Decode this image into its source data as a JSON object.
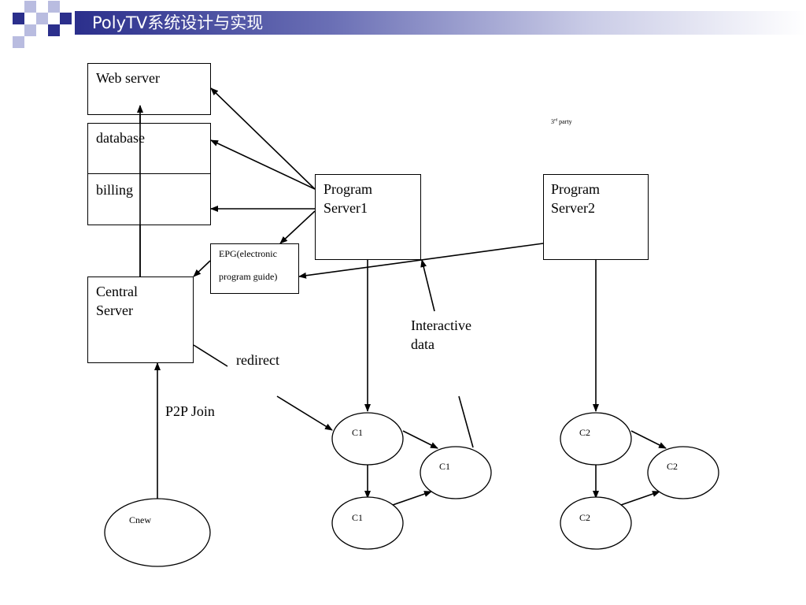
{
  "header": {
    "title": "PolyTV系统设计与实现"
  },
  "colors": {
    "accent": "#2b2f8c",
    "squares_light": "#b9bce0"
  },
  "nodes": {
    "web_server": "Web server",
    "database": "database",
    "billing": "billing",
    "program_server1": "Program\nServer1",
    "program_server2": "Program\nServer2",
    "epg_line1": "EPG(electronic",
    "epg_line2": "program guide)",
    "central_server": "Central\nServer",
    "third_party_base": "3",
    "third_party_sup": "rd",
    "third_party_rest": " party"
  },
  "labels": {
    "interactive_data": "Interactive\ndata",
    "redirect": "redirect",
    "p2p_join": "P2P Join"
  },
  "clients": {
    "c1": "C1",
    "c2": "C2",
    "cnew": "Cnew"
  }
}
